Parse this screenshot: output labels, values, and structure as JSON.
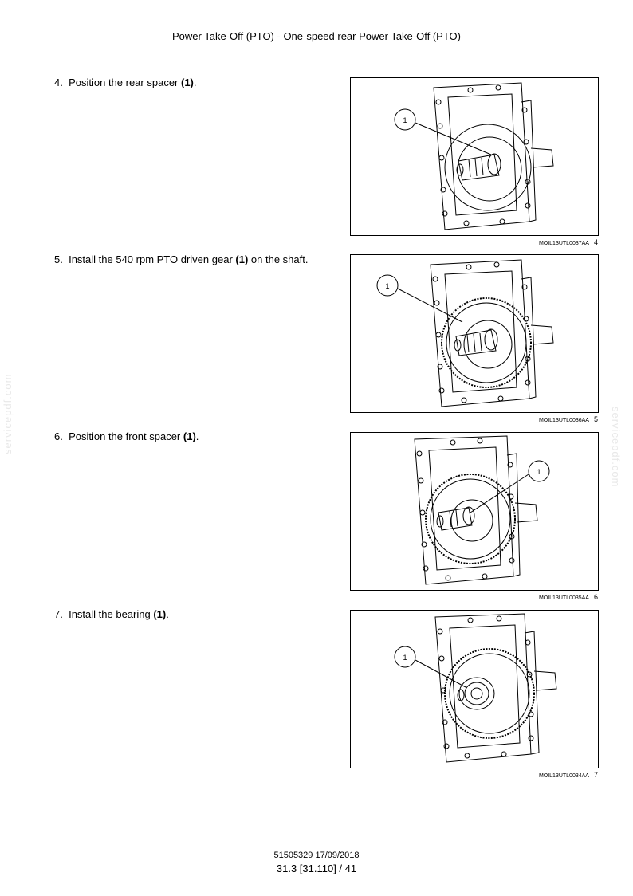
{
  "header": {
    "title": "Power Take-Off (PTO) - One-speed rear Power Take-Off (PTO)"
  },
  "steps": [
    {
      "number": "4.",
      "text": "Position the rear spacer",
      "ref": "(1)",
      "end": "."
    },
    {
      "number": "5.",
      "text": "Install the 540 rpm PTO driven gear",
      "ref": "(1)",
      "end": " on the shaft."
    },
    {
      "number": "6.",
      "text": "Position the front spacer",
      "ref": "(1)",
      "end": "."
    },
    {
      "number": "7.",
      "text": "Install the bearing",
      "ref": "(1)",
      "end": "."
    }
  ],
  "figures": [
    {
      "callout": "1",
      "code": "MOIL13UTL0037AA",
      "number": "4"
    },
    {
      "callout": "1",
      "code": "MOIL13UTL0036AA",
      "number": "5"
    },
    {
      "callout": "1",
      "code": "MOIL13UTL0035AA",
      "number": "6"
    },
    {
      "callout": "1",
      "code": "MOIL13UTL0034AA",
      "number": "7"
    }
  ],
  "watermark": "servicepdf.com",
  "footer": {
    "line1": "51505329 17/09/2018",
    "line2": "31.3 [31.110] / 41"
  }
}
